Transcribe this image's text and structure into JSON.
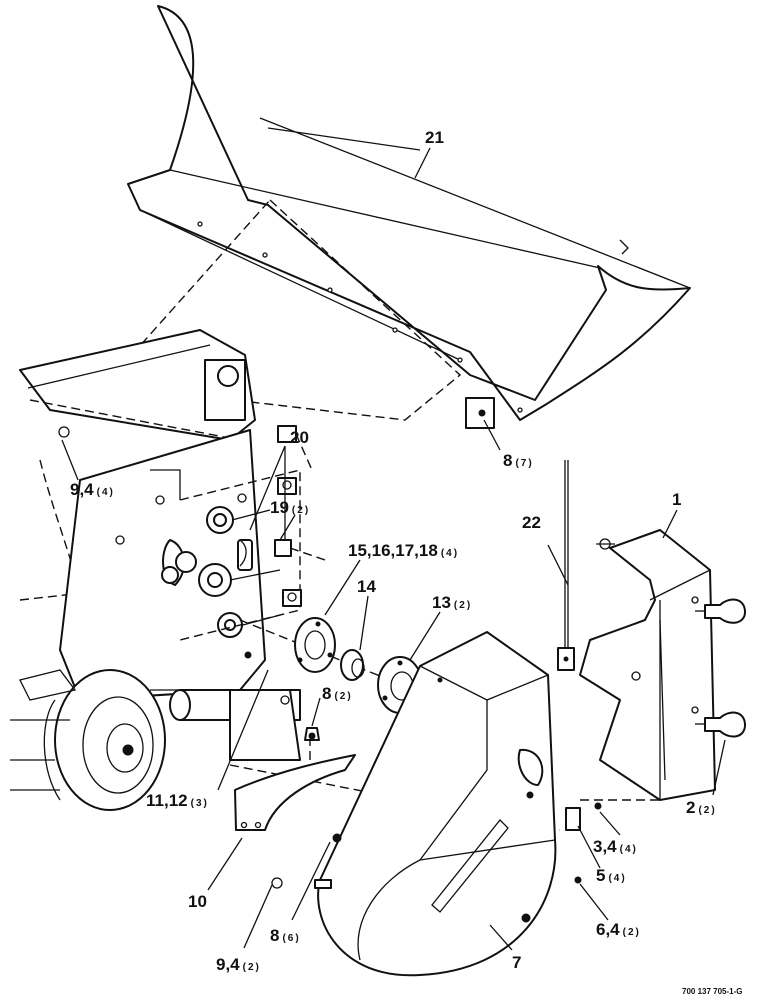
{
  "callouts": [
    {
      "num": "21",
      "qty": ""
    },
    {
      "num": "8",
      "qty": "(7)"
    },
    {
      "num": "20",
      "qty": ""
    },
    {
      "num": "9,4",
      "qty": "(4)"
    },
    {
      "num": "19",
      "qty": "(2)"
    },
    {
      "num": "1",
      "qty": ""
    },
    {
      "num": "22",
      "qty": ""
    },
    {
      "num": "15,16,17,18",
      "qty": "(4)"
    },
    {
      "num": "14",
      "qty": ""
    },
    {
      "num": "13",
      "qty": "(2)"
    },
    {
      "num": "8",
      "qty": "(2)"
    },
    {
      "num": "11,12",
      "qty": "(3)"
    },
    {
      "num": "2",
      "qty": "(2)"
    },
    {
      "num": "3,4",
      "qty": "(4)"
    },
    {
      "num": "5",
      "qty": "(4)"
    },
    {
      "num": "10",
      "qty": ""
    },
    {
      "num": "6,4",
      "qty": "(2)"
    },
    {
      "num": "8",
      "qty": "(6)"
    },
    {
      "num": "9,4",
      "qty": "(2)"
    },
    {
      "num": "7",
      "qty": ""
    }
  ],
  "reference_code": "700 137 705-1-G"
}
